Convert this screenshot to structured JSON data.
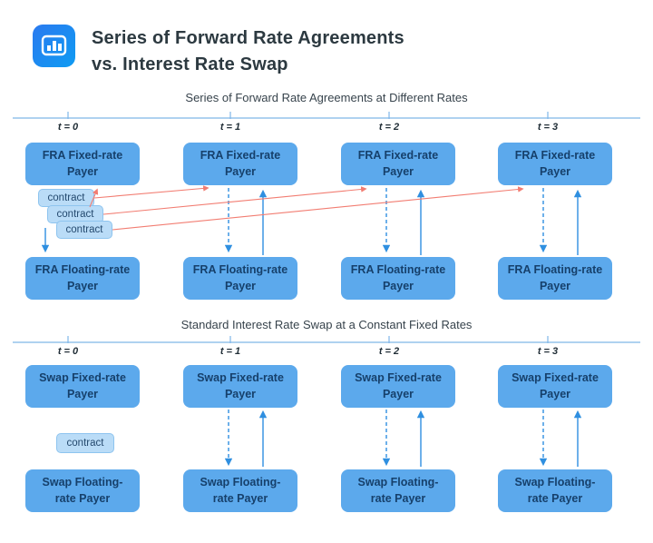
{
  "header": {
    "title_line1": "Series of Forward Rate Agreements",
    "title_line2": "vs. Interest Rate Swap",
    "icon": "bar-chart"
  },
  "fra": {
    "subtitle": "Series of Forward Rate Agreements at Different Rates",
    "timeline": [
      "t = 0",
      "t = 1",
      "t = 2",
      "t = 3"
    ],
    "fixed_label": "FRA Fixed-rate Payer",
    "floating_label": "FRA Floating-rate Payer",
    "contracts": [
      "contract",
      "contract",
      "contract"
    ]
  },
  "swap": {
    "subtitle": "Standard Interest Rate Swap at a Constant Fixed Rates",
    "timeline": [
      "t = 0",
      "t = 1",
      "t = 2",
      "t = 3"
    ],
    "fixed_label": "Swap Fixed-rate Payer",
    "floating_label": "Swap Floating-rate Payer",
    "contract": "contract"
  },
  "colors": {
    "box_blue": "#5ca9ec",
    "box_light_blue": "#badcf7",
    "box_text": "#16406b",
    "arrow_blue": "#2f8fe0",
    "arrow_red": "#f27d72",
    "timeline_blue": "#7fb6e8",
    "title_text": "#2c3940"
  }
}
